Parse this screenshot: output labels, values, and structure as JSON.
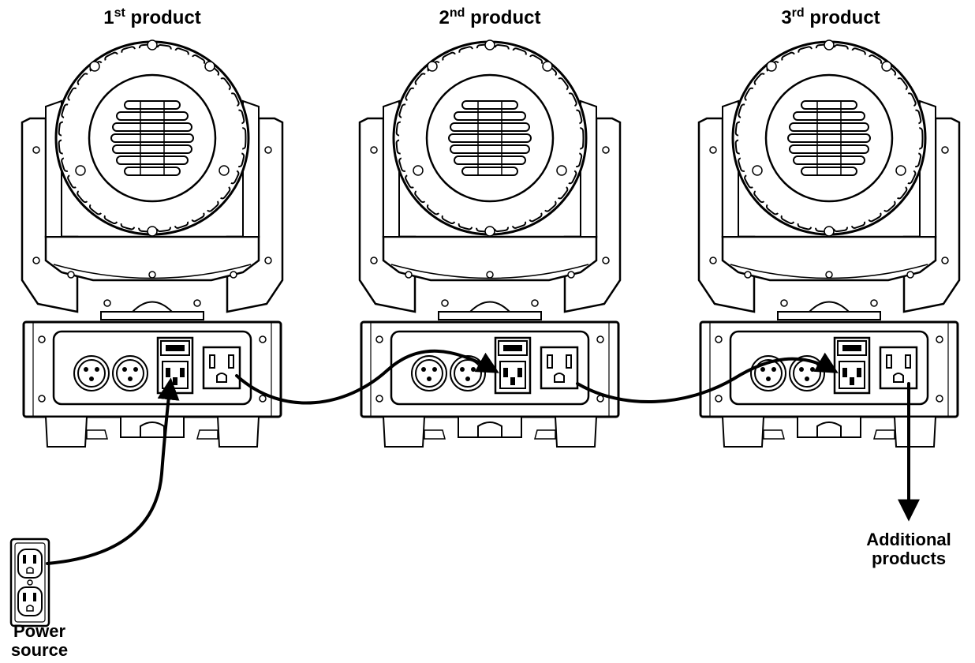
{
  "products": [
    {
      "num": "1",
      "suffix": "st",
      "text": " product"
    },
    {
      "num": "2",
      "suffix": "nd",
      "text": " product"
    },
    {
      "num": "3",
      "suffix": "rd",
      "text": " product"
    }
  ],
  "power_source": {
    "line1": "Power",
    "line2": "source"
  },
  "additional": {
    "line1": "Additional",
    "line2": "products"
  },
  "colors": {
    "ink": "#000000",
    "background": "#ffffff"
  }
}
